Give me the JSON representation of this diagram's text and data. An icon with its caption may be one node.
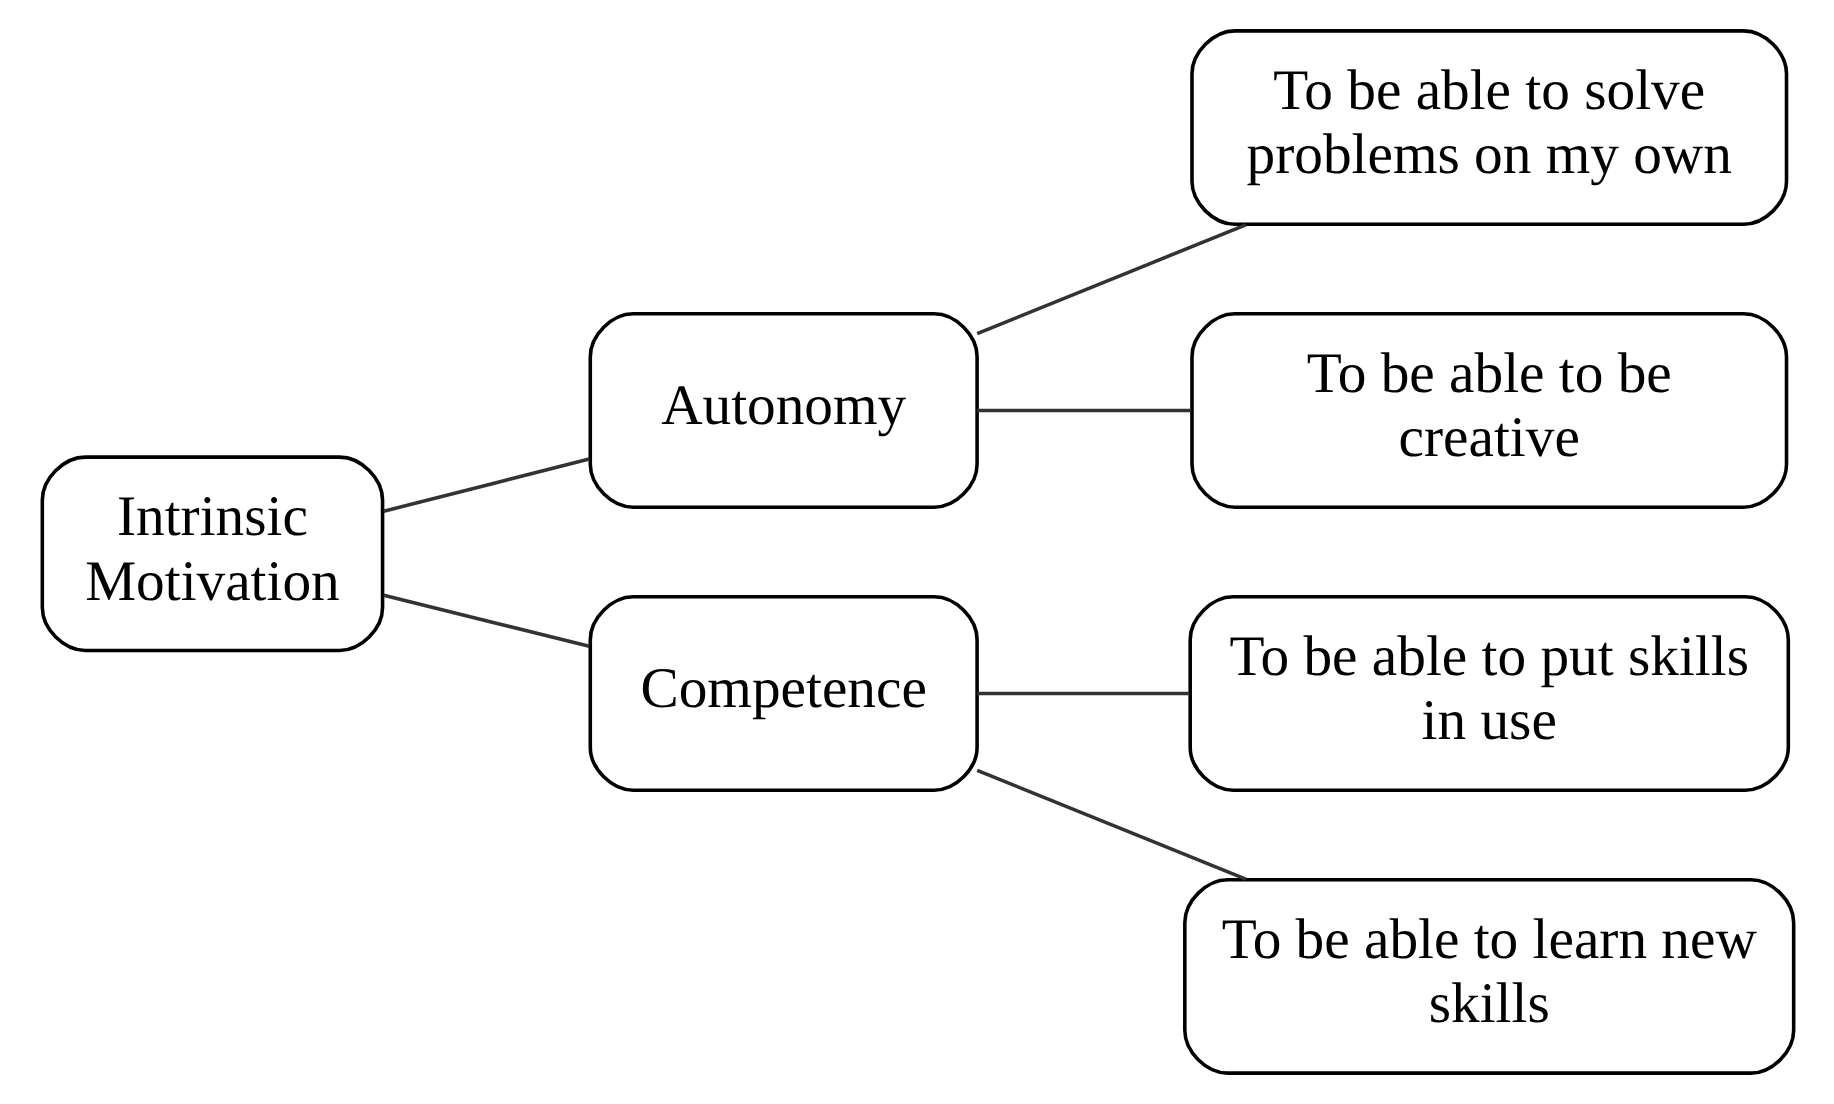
{
  "diagram": {
    "nodes": [
      {
        "text": [
          "Intrinsic Motivation"
        ]
      },
      {
        "text": [
          "Autonomy"
        ]
      },
      {
        "text": [
          "To be able to solve problems on my own"
        ]
      },
      {
        "text": [
          "To be able to be creative"
        ]
      },
      {
        "text": [
          "Competence"
        ]
      },
      {
        "text": [
          "To be able to put skills in use"
        ]
      },
      {
        "text": [
          "To be able to learn new skills"
        ]
      }
    ],
    "edges": [
      {
        "from": 0,
        "to": 1,
        "arrow": "none"
      },
      {
        "from": 1,
        "to": 2,
        "arrow": "none"
      },
      {
        "from": 1,
        "to": 3,
        "arrow": "none"
      },
      {
        "from": 0,
        "to": 4,
        "arrow": "none"
      },
      {
        "from": 4,
        "to": 5,
        "arrow": "none"
      },
      {
        "from": 4,
        "to": 6,
        "arrow": "none"
      }
    ]
  }
}
